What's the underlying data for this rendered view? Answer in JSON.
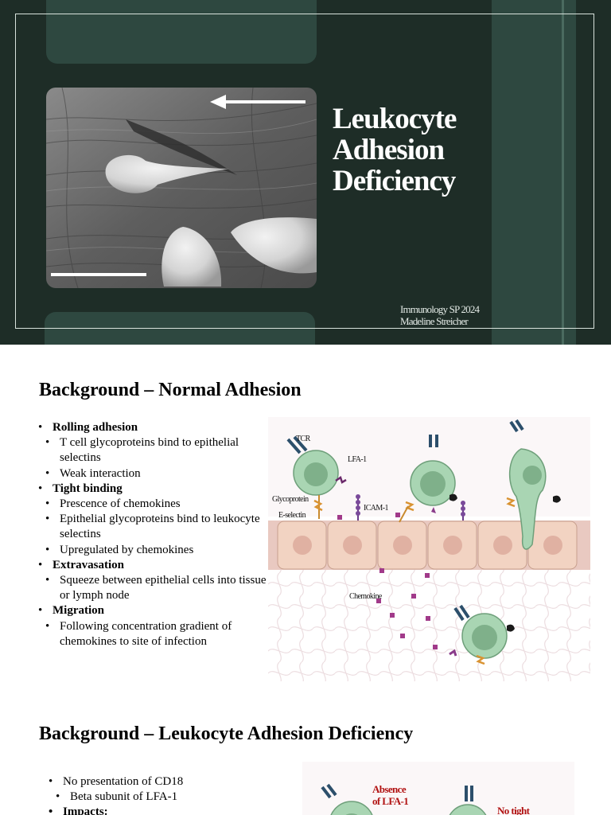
{
  "slide1": {
    "title_lines": [
      "Leukocyte",
      "Adhesion",
      "Deficiency"
    ],
    "subtitle_lines": [
      "Immunology SP 2024",
      "Madeline Streicher"
    ],
    "colors": {
      "background": "#1e2d27",
      "panel": "#2e4840",
      "title": "#ffffff"
    }
  },
  "slide2": {
    "title": "Background – Normal Adhesion",
    "bullets": [
      {
        "head": "Rolling adhesion",
        "items": [
          "T cell glycoproteins bind to epithelial selectins",
          "Weak interaction"
        ]
      },
      {
        "head": "Tight binding",
        "items": [
          "Prescence of chemokines",
          "Epithelial glycoproteins bind to leukocyte selectins",
          "Upregulated by chemokines"
        ]
      },
      {
        "head": "Extravasation",
        "items": [
          "Squeeze between epithelial cells into tissue or lymph node"
        ]
      },
      {
        "head": "Migration",
        "items": [
          "Following concentration gradient of chemokines to site of infection"
        ]
      }
    ],
    "diagram_labels": {
      "tcr": "TCR",
      "lfa1": "LFA-1",
      "glycoprotein": "Glycoprotein",
      "eselectin": "E-selectin",
      "icam1": "ICAM-1",
      "chemokine": "Chemokine"
    }
  },
  "slide3": {
    "title": "Background – Leukocyte Adhesion Deficiency",
    "bullets": [
      {
        "text": "No presentation of CD18",
        "level": 1
      },
      {
        "text": "Beta subunit of LFA-1",
        "level": 2
      },
      {
        "text": "Impacts:",
        "level": 1
      }
    ],
    "diagram_labels": {
      "absence_line1": "Absence",
      "absence_line2": "of LFA-1",
      "no_tight": "No tight"
    }
  }
}
